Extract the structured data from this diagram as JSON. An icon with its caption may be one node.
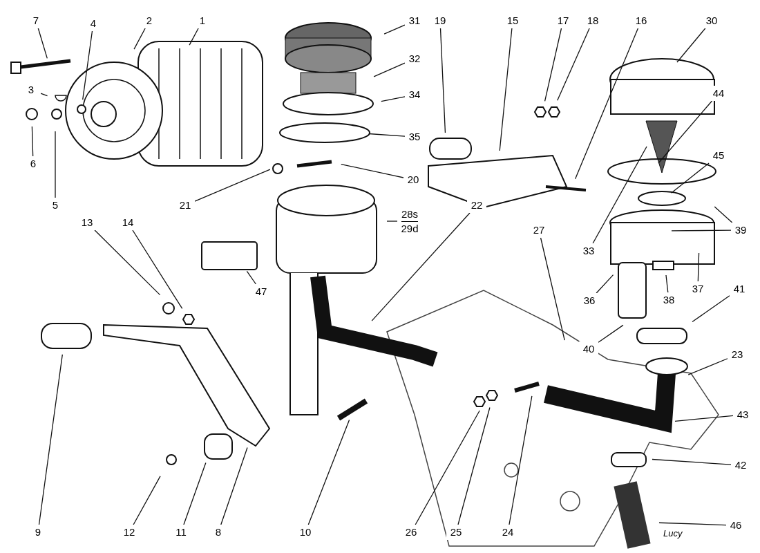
{
  "diagram": {
    "nodes": [
      {
        "text": [
          "7"
        ]
      },
      {
        "text": [
          "4"
        ]
      },
      {
        "text": [
          "2"
        ]
      },
      {
        "text": [
          "1"
        ]
      },
      {
        "text": [
          "31"
        ]
      },
      {
        "text": [
          "19"
        ]
      },
      {
        "text": [
          "15"
        ]
      },
      {
        "text": [
          "17"
        ]
      },
      {
        "text": [
          "18"
        ]
      },
      {
        "text": [
          "16"
        ]
      },
      {
        "text": [
          "30"
        ]
      },
      {
        "text": [
          "3"
        ]
      },
      {
        "text": [
          "32"
        ]
      },
      {
        "text": [
          "34"
        ]
      },
      {
        "text": [
          "6"
        ]
      },
      {
        "text": [
          "35"
        ]
      },
      {
        "text": [
          "44"
        ]
      },
      {
        "text": [
          "45"
        ]
      },
      {
        "text": [
          "20"
        ]
      },
      {
        "text": [
          "21"
        ]
      },
      {
        "text": [
          "5"
        ]
      },
      {
        "text": [
          "28s",
          "29d"
        ]
      },
      {
        "text": [
          "22"
        ]
      },
      {
        "text": [
          "13"
        ]
      },
      {
        "text": [
          "14"
        ]
      },
      {
        "text": [
          "39"
        ]
      },
      {
        "text": [
          "27"
        ]
      },
      {
        "text": [
          "33"
        ]
      },
      {
        "text": [
          "47"
        ]
      },
      {
        "text": [
          "36"
        ]
      },
      {
        "text": [
          "38"
        ]
      },
      {
        "text": [
          "37"
        ]
      },
      {
        "text": [
          "41"
        ]
      },
      {
        "text": [
          "40"
        ]
      },
      {
        "text": [
          "23"
        ]
      },
      {
        "text": [
          "43"
        ]
      },
      {
        "text": [
          "42"
        ]
      },
      {
        "text": [
          "46"
        ]
      },
      {
        "text": [
          "9"
        ]
      },
      {
        "text": [
          "12"
        ]
      },
      {
        "text": [
          "11"
        ]
      },
      {
        "text": [
          "8"
        ]
      },
      {
        "text": [
          "10"
        ]
      },
      {
        "text": [
          "26"
        ]
      },
      {
        "text": [
          "25"
        ]
      },
      {
        "text": [
          "24"
        ]
      }
    ],
    "edges": [
      {
        "from": 0,
        "to": null,
        "arrow": "none"
      },
      {
        "from": 1,
        "to": null,
        "arrow": "none"
      },
      {
        "from": 2,
        "to": null,
        "arrow": "none"
      },
      {
        "from": 3,
        "to": null,
        "arrow": "none"
      },
      {
        "from": 4,
        "to": null,
        "arrow": "none"
      },
      {
        "from": 5,
        "to": null,
        "arrow": "none"
      },
      {
        "from": 6,
        "to": null,
        "arrow": "none"
      },
      {
        "from": 7,
        "to": null,
        "arrow": "none"
      },
      {
        "from": 8,
        "to": null,
        "arrow": "none"
      },
      {
        "from": 9,
        "to": null,
        "arrow": "none"
      },
      {
        "from": 10,
        "to": null,
        "arrow": "none"
      },
      {
        "from": 11,
        "to": null,
        "arrow": "none"
      },
      {
        "from": 12,
        "to": null,
        "arrow": "none"
      },
      {
        "from": 13,
        "to": null,
        "arrow": "none"
      },
      {
        "from": 14,
        "to": null,
        "arrow": "none"
      },
      {
        "from": 15,
        "to": null,
        "arrow": "none"
      },
      {
        "from": 16,
        "to": null,
        "arrow": "none"
      },
      {
        "from": 17,
        "to": null,
        "arrow": "none"
      },
      {
        "from": 18,
        "to": null,
        "arrow": "none"
      },
      {
        "from": 19,
        "to": null,
        "arrow": "none"
      },
      {
        "from": 20,
        "to": null,
        "arrow": "none"
      },
      {
        "from": 21,
        "to": null,
        "arrow": "none"
      },
      {
        "from": 22,
        "to": null,
        "arrow": "none"
      },
      {
        "from": 23,
        "to": null,
        "arrow": "none"
      },
      {
        "from": 24,
        "to": null,
        "arrow": "none"
      },
      {
        "from": 25,
        "to": null,
        "arrow": "none"
      },
      {
        "from": 25,
        "to": null,
        "arrow": "none"
      },
      {
        "from": 26,
        "to": null,
        "arrow": "none"
      },
      {
        "from": 27,
        "to": null,
        "arrow": "none"
      },
      {
        "from": 28,
        "to": null,
        "arrow": "none"
      },
      {
        "from": 29,
        "to": null,
        "arrow": "none"
      },
      {
        "from": 30,
        "to": null,
        "arrow": "none"
      },
      {
        "from": 31,
        "to": null,
        "arrow": "none"
      },
      {
        "from": 32,
        "to": null,
        "arrow": "none"
      },
      {
        "from": 33,
        "to": null,
        "arrow": "none"
      },
      {
        "from": 34,
        "to": null,
        "arrow": "none"
      },
      {
        "from": 35,
        "to": null,
        "arrow": "none"
      },
      {
        "from": 36,
        "to": null,
        "arrow": "none"
      },
      {
        "from": 37,
        "to": null,
        "arrow": "none"
      },
      {
        "from": 38,
        "to": null,
        "arrow": "none"
      },
      {
        "from": 39,
        "to": null,
        "arrow": "none"
      },
      {
        "from": 40,
        "to": null,
        "arrow": "none"
      },
      {
        "from": 41,
        "to": null,
        "arrow": "none"
      },
      {
        "from": 42,
        "to": null,
        "arrow": "none"
      },
      {
        "from": 43,
        "to": null,
        "arrow": "none"
      },
      {
        "from": 44,
        "to": null,
        "arrow": "none"
      },
      {
        "from": 45,
        "to": null,
        "arrow": "none"
      }
    ],
    "labels": [
      "Lucy"
    ]
  }
}
